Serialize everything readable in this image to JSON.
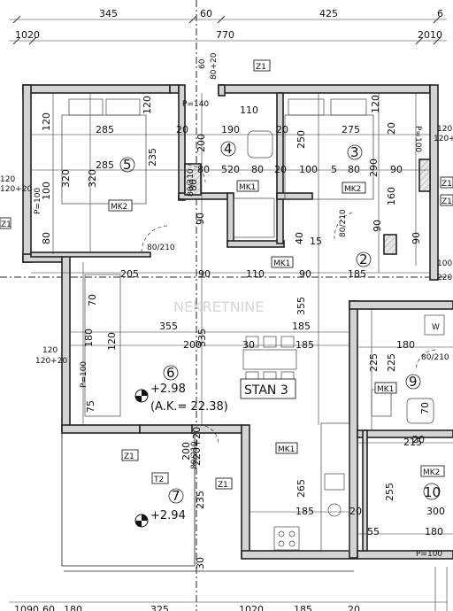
{
  "plan": {
    "unit_label": "STAN 3",
    "top_dims_row1": [
      "345",
      "60",
      "425",
      "6"
    ],
    "top_dims_row2": [
      "1020",
      "770",
      "2010"
    ],
    "bottom_dims": [
      "1090",
      "60",
      "180",
      "325",
      "1020",
      "185",
      "20"
    ],
    "left_dims": [
      {
        "text": "120",
        "sub": "120+20"
      },
      {
        "text": "120",
        "sub": "120+20"
      }
    ],
    "right_dims": [
      {
        "text": "120",
        "sub": "120+20"
      },
      {
        "text": "100",
        "sub": "220"
      }
    ],
    "side_tags": [
      "Z1",
      "Z1"
    ],
    "rooms": [
      {
        "no": "2"
      },
      {
        "no": "3"
      },
      {
        "no": "4"
      },
      {
        "no": "5"
      },
      {
        "no": "6"
      },
      {
        "no": "7"
      },
      {
        "no": "9"
      },
      {
        "no": "10"
      }
    ],
    "room_dims": [
      {
        "text": "285"
      },
      {
        "text": "285"
      },
      {
        "text": "235"
      },
      {
        "text": "320"
      },
      {
        "text": "320"
      },
      {
        "text": "120"
      },
      {
        "text": "80"
      },
      {
        "text": "100"
      },
      {
        "text": "205"
      },
      {
        "text": "190"
      },
      {
        "text": "110"
      },
      {
        "text": "200"
      },
      {
        "text": "80"
      },
      {
        "text": "520"
      },
      {
        "text": "80"
      },
      {
        "text": "250"
      },
      {
        "text": "100"
      },
      {
        "text": "5"
      },
      {
        "text": "80"
      },
      {
        "text": "290"
      },
      {
        "text": "275"
      },
      {
        "text": "20"
      },
      {
        "text": "90"
      },
      {
        "text": "160"
      },
      {
        "text": "40"
      },
      {
        "text": "15"
      },
      {
        "text": "90"
      },
      {
        "text": "110"
      },
      {
        "text": "90"
      },
      {
        "text": "185"
      },
      {
        "text": "355"
      },
      {
        "text": "335"
      },
      {
        "text": "355"
      },
      {
        "text": "200"
      },
      {
        "text": "185"
      },
      {
        "text": "30"
      },
      {
        "text": "185"
      },
      {
        "text": "180"
      },
      {
        "text": "120"
      },
      {
        "text": "180"
      },
      {
        "text": "225"
      },
      {
        "text": "225"
      },
      {
        "text": "75"
      },
      {
        "text": "215"
      },
      {
        "text": "265"
      },
      {
        "text": "185"
      },
      {
        "text": "20"
      },
      {
        "text": "255"
      },
      {
        "text": "300"
      },
      {
        "text": "55"
      },
      {
        "text": "180"
      },
      {
        "text": "235"
      },
      {
        "text": "200"
      },
      {
        "text": "220+20"
      },
      {
        "text": "30"
      },
      {
        "text": "70"
      },
      {
        "text": "70"
      },
      {
        "text": "20"
      },
      {
        "text": "90"
      },
      {
        "text": "20"
      },
      {
        "text": "20"
      },
      {
        "text": "120"
      },
      {
        "text": "90"
      },
      {
        "text": "90"
      },
      {
        "text": "120"
      },
      {
        "text": "20"
      },
      {
        "text": "80"
      },
      {
        "text": "60"
      },
      {
        "text": "80+20"
      }
    ],
    "door_labels": [
      "80/210",
      "80/210",
      "80/210",
      "80/210",
      "80/210"
    ],
    "tags": [
      {
        "text": "Z1"
      },
      {
        "text": "Z1"
      },
      {
        "text": "Z1"
      },
      {
        "text": "Z1"
      },
      {
        "text": "T2"
      },
      {
        "text": "MK1"
      },
      {
        "text": "MK1"
      },
      {
        "text": "MK1"
      },
      {
        "text": "MK1"
      },
      {
        "text": "MK2"
      },
      {
        "text": "MK2"
      },
      {
        "text": "MK2"
      },
      {
        "text": "P=140"
      },
      {
        "text": "P=100"
      },
      {
        "text": "P=100"
      },
      {
        "text": "P=100"
      },
      {
        "text": "P=100"
      },
      {
        "text": "W"
      }
    ],
    "elevations": [
      "+2.98",
      "(A.K.= 22.38)",
      "+2.94"
    ],
    "watermark": "NEKRETNINE"
  }
}
